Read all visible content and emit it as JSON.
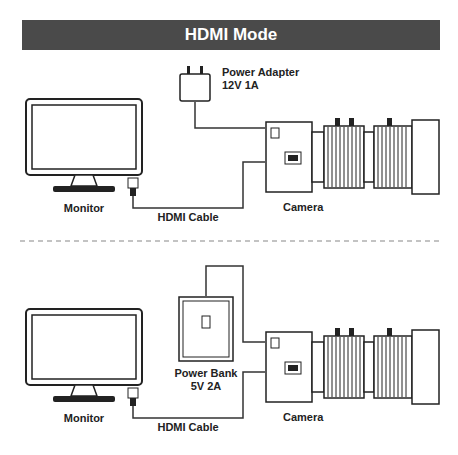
{
  "diagram": {
    "title": "HDMI Mode",
    "nodes": [
      {
        "text": [
          "Monitor"
        ]
      },
      {
        "text": [
          "Power Adapter 12V 1A"
        ]
      },
      {
        "text": [
          "Camera"
        ]
      },
      {
        "text": [
          "Monitor"
        ]
      },
      {
        "text": [
          "Power Bank 5V 2A"
        ]
      },
      {
        "text": [
          "Camera"
        ]
      }
    ],
    "edges": [
      {
        "from": 1,
        "to": 2,
        "arrow": "none"
      },
      {
        "from": 2,
        "to": 0,
        "label": "HDMI Cable",
        "arrow": "none"
      },
      {
        "from": 4,
        "to": 5,
        "arrow": "none"
      },
      {
        "from": 5,
        "to": 3,
        "label": "HDMI Cable",
        "arrow": "none"
      }
    ]
  }
}
